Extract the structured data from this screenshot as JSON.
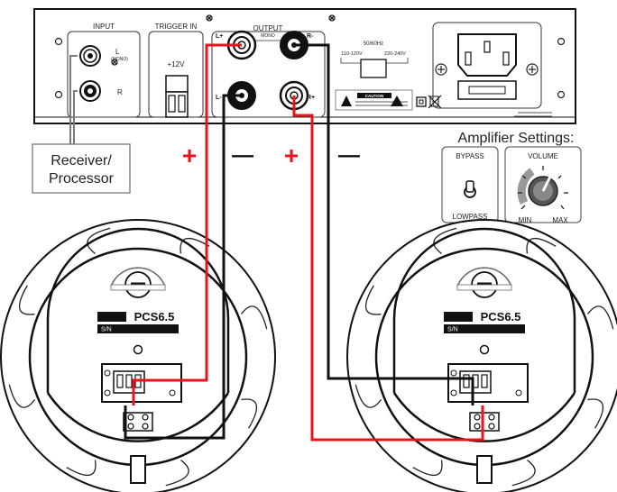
{
  "amp": {
    "input_label": "INPUT",
    "input_l": "L",
    "input_mono": "(MONO)",
    "input_r": "R",
    "trigger_label": "TRIGGER IN",
    "trigger_voltage": "+12V",
    "output_label": "OUTPUT",
    "output_mono": "MONO",
    "out_lplus": "L+",
    "out_rminus": "R-",
    "out_lminus": "L-",
    "out_rplus": "R+",
    "hz": "50/60Hz",
    "v_low": "110-120V",
    "v_high": "220-240V",
    "caution": "CAUTION"
  },
  "receiver_label_line1": "Receiver/",
  "receiver_label_line2": "Processor",
  "polarity": {
    "plus": "+",
    "minus": "—"
  },
  "settings": {
    "title": "Amplifier Settings:",
    "bypass": "BYPASS",
    "lowpass": "LOWPASS",
    "volume": "VOLUME",
    "min": "MIN",
    "max": "MAX"
  },
  "speakers": [
    {
      "model": "PCS6.5",
      "sn": "S/N"
    },
    {
      "model": "PCS6.5",
      "sn": "S/N"
    }
  ],
  "colors": {
    "positive_wire": "#e8141c",
    "negative_wire": "#111111",
    "receiver_line": "#7a7a7a"
  }
}
